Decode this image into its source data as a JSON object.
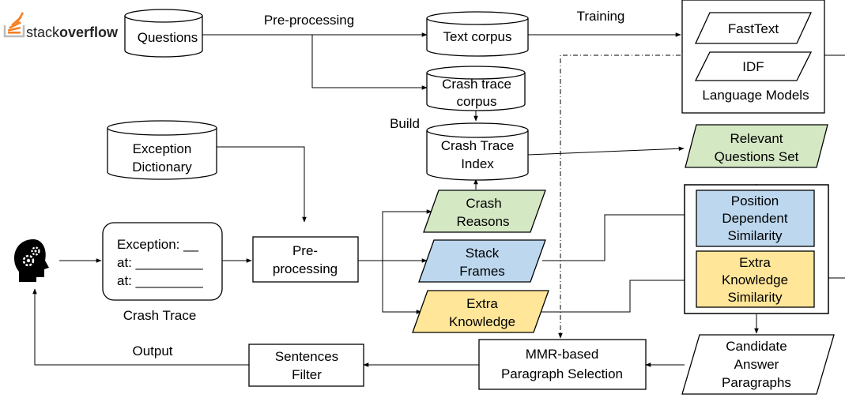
{
  "logo": {
    "left_text": "stack",
    "right_text": "overflow",
    "colors": {
      "stack_bars": "#f48024",
      "tray": "#bcbbbb",
      "text": "#222426"
    }
  },
  "nodes": {
    "questions": "Questions",
    "text_corpus": "Text corpus",
    "crash_trace_corpus": [
      "Crash trace",
      "corpus"
    ],
    "crash_trace_index": [
      "Crash Trace",
      "Index"
    ],
    "exception_dictionary": [
      "Exception",
      "Dictionary"
    ],
    "crash_trace_lines": [
      "Exception: __",
      "at: _________",
      "at: _________"
    ],
    "crash_trace_caption": "Crash Trace",
    "preprocessing_box": [
      "Pre-",
      "processing"
    ],
    "crash_reasons": [
      "Crash",
      "Reasons"
    ],
    "stack_frames": [
      "Stack",
      "Frames"
    ],
    "extra_knowledge": [
      "Extra",
      "Knowledge"
    ],
    "fasttext": "FastText",
    "idf": "IDF",
    "language_models": "Language Models",
    "relevant_questions": [
      "Relevant",
      "Questions Set"
    ],
    "position_similarity": [
      "Position",
      "Dependent",
      "Similarity"
    ],
    "extra_knowledge_similarity": [
      "Extra",
      "Knowledge",
      "Similarity"
    ],
    "candidate_paragraphs": [
      "Candidate",
      "Answer",
      "Paragraphs"
    ],
    "mmr_selection": [
      "MMR-based",
      "Paragraph Selection"
    ],
    "sentences_filter": [
      "Sentences",
      "Filter"
    ]
  },
  "edge_labels": {
    "preprocessing": "Pre-processing",
    "training": "Training",
    "build": "Build",
    "output": "Output"
  },
  "colors": {
    "green": "#d5e8c4",
    "blue": "#bdd7ee",
    "yellow": "#ffe699",
    "stroke": "#000000",
    "user_icon": "#000000"
  }
}
